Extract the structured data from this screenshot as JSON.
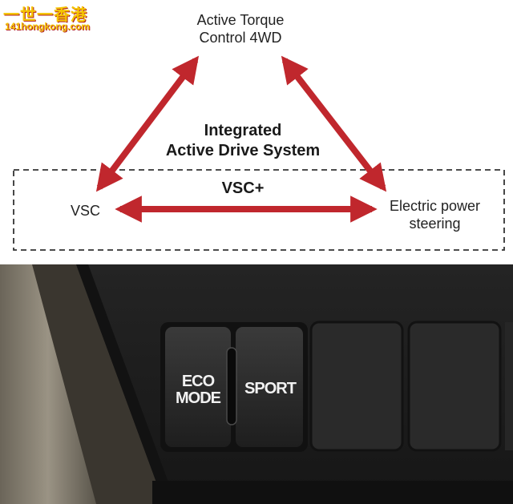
{
  "watermark": {
    "line1": "一世一香港",
    "line2": "141hongkong.com"
  },
  "diagram": {
    "top_node": "Active Torque Control 4WD",
    "center_title_line1": "Integrated",
    "center_title_line2": "Active Drive System",
    "box_title": "VSC+",
    "left_node": "VSC",
    "right_node_line1": "Electric power",
    "right_node_line2": "steering",
    "arrow_color": "#c0272d",
    "box_border_color": "#333333"
  },
  "photo": {
    "eco_line1": "ECO",
    "eco_line2": "MODE",
    "sport_label": "SPORT",
    "panel_color": "#1e1e1e",
    "button_color": "#2a2a2a"
  }
}
